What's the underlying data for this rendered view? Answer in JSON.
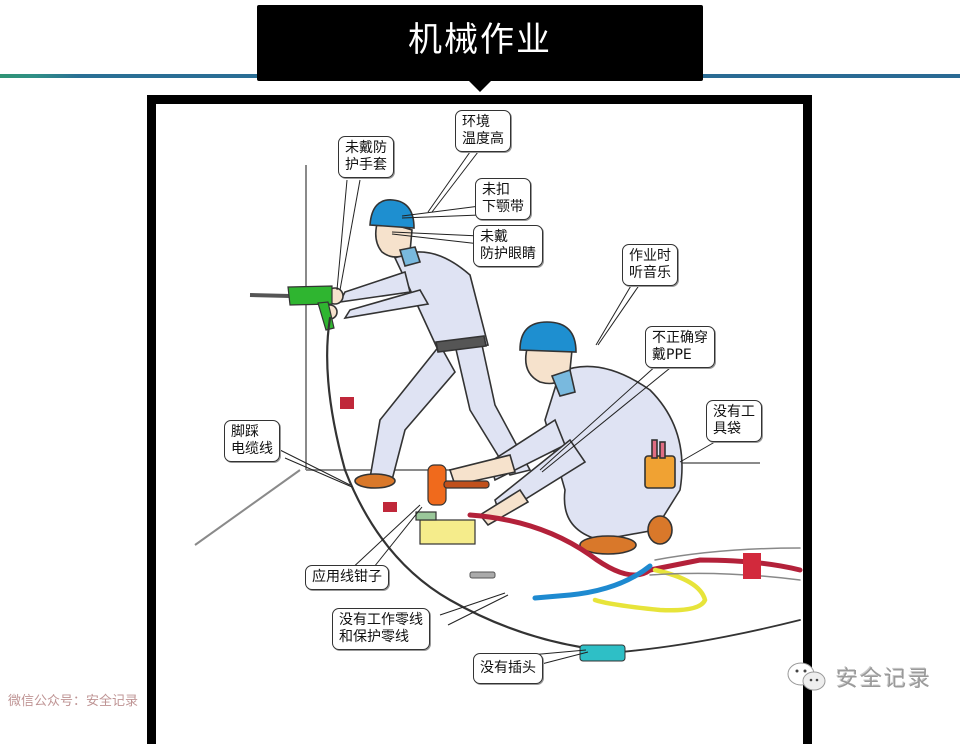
{
  "header": {
    "title": "机械作业",
    "rule_colors": [
      "#2f9474",
      "#2a6a94"
    ]
  },
  "illustration": {
    "description": "Two workers performing mechanical work with multiple safety violations",
    "callouts": [
      {
        "id": "no-gloves",
        "text": "未戴防\n护手套"
      },
      {
        "id": "high-temperature",
        "text": "环境\n温度高"
      },
      {
        "id": "chin-strap",
        "text": "未扣\n下颚带"
      },
      {
        "id": "no-goggles",
        "text": "未戴\n防护眼睛"
      },
      {
        "id": "music",
        "text": "作业时\n听音乐"
      },
      {
        "id": "wrong-ppe",
        "text": "不正确穿\n戴PPE"
      },
      {
        "id": "no-tool-bag",
        "text": "没有工\n具袋"
      },
      {
        "id": "stepping-cable",
        "text": "脚踩\n电缆线"
      },
      {
        "id": "wire-pliers",
        "text": "应用线钳子"
      },
      {
        "id": "no-neutral",
        "text": "没有工作零线\n和保护零线"
      },
      {
        "id": "no-plug",
        "text": "没有插头"
      }
    ],
    "colors": {
      "helmet": "#1e8fd0",
      "uniform": "#dfe3f3",
      "drill": "#2fb530",
      "hammer": "#f06a1c",
      "boots": "#d9782a",
      "red_cable": "#b3213a",
      "blue_cable": "#1e8ad0",
      "yellow_cable": "#e7e43a",
      "power_strip": "#2ebfc6"
    }
  },
  "watermark": {
    "icon": "wechat-icon",
    "text": "安全记录"
  },
  "footer": {
    "text": "微信公众号：安全记录"
  }
}
